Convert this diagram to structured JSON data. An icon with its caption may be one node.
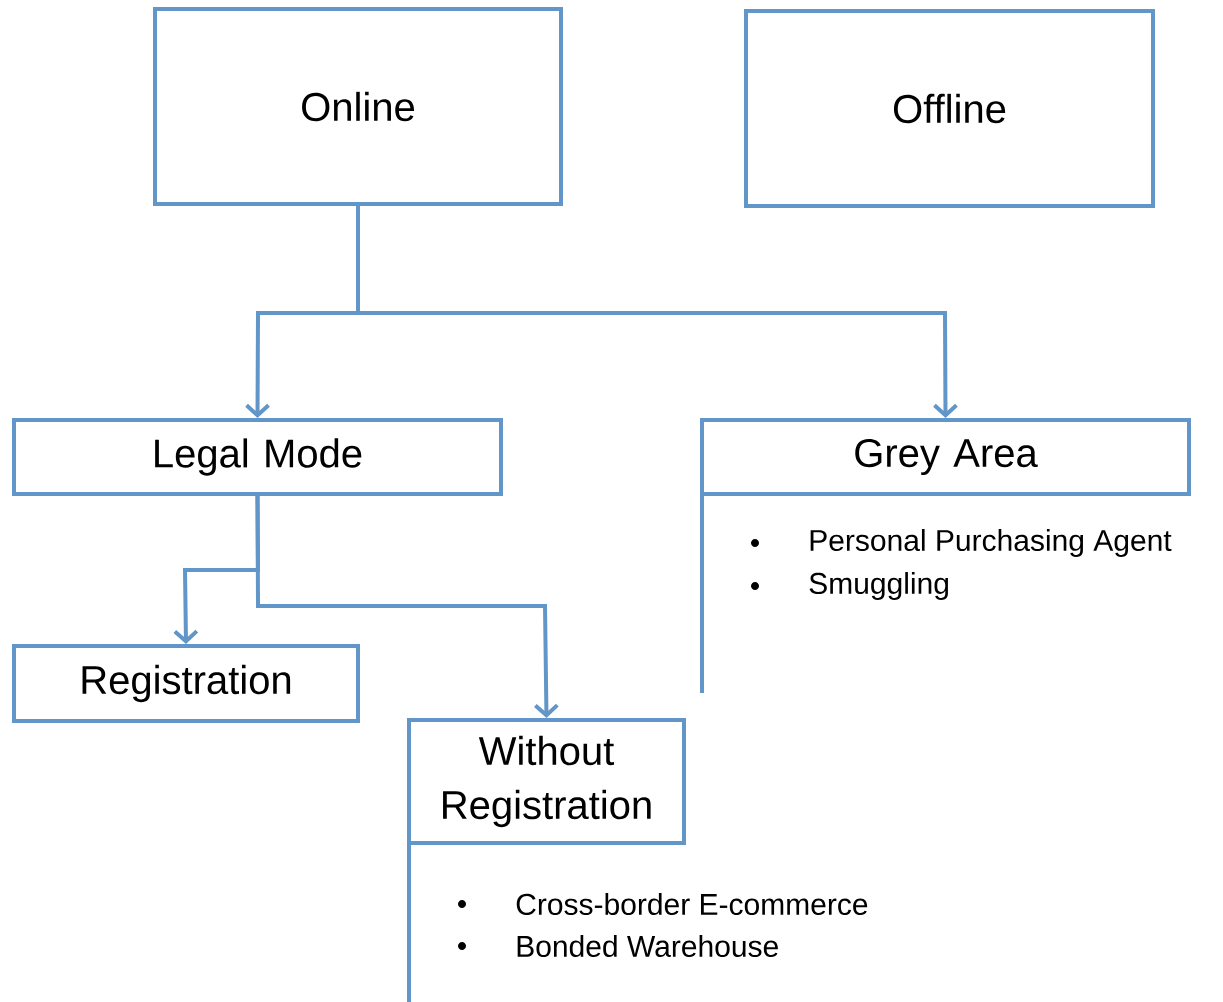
{
  "diagram": {
    "nodes": [
      {
        "text": [
          "Online"
        ]
      },
      {
        "text": [
          "Offline"
        ]
      },
      {
        "text": [
          "Legal Mode"
        ]
      },
      {
        "text": [
          "Grey Area"
        ],
        "beside": [
          "Personal Purchasing Agent",
          "Smuggling"
        ]
      },
      {
        "text": [
          "Registration"
        ]
      },
      {
        "text": [
          "Without Registration"
        ],
        "beside": [
          "Cross-border E-commerce",
          "Bonded Warehouse"
        ]
      }
    ],
    "edges": [
      {
        "from": 0,
        "to": 2,
        "arrow": "to"
      },
      {
        "from": 0,
        "to": 3,
        "arrow": "to"
      },
      {
        "from": 2,
        "to": 4,
        "arrow": "to"
      },
      {
        "from": 2,
        "to": 5,
        "arrow": "to"
      }
    ]
  }
}
